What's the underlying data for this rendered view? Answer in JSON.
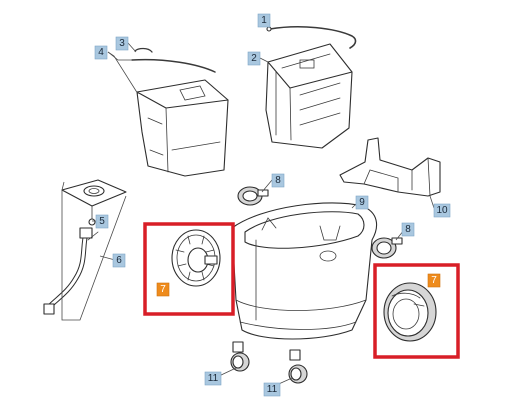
{
  "diagram": {
    "callouts": [
      {
        "id": "c1",
        "label": "1"
      },
      {
        "id": "c2",
        "label": "2"
      },
      {
        "id": "c3",
        "label": "3"
      },
      {
        "id": "c4",
        "label": "4"
      },
      {
        "id": "c5",
        "label": "5"
      },
      {
        "id": "c6",
        "label": "6"
      },
      {
        "id": "c7a",
        "label": "7"
      },
      {
        "id": "c7b",
        "label": "7"
      },
      {
        "id": "c8a",
        "label": "8"
      },
      {
        "id": "c8b",
        "label": "8"
      },
      {
        "id": "c9",
        "label": "9"
      },
      {
        "id": "c10",
        "label": "10"
      },
      {
        "id": "c11a",
        "label": "11"
      },
      {
        "id": "c11b",
        "label": "11"
      }
    ],
    "colors": {
      "badge_blue": "#a9c7df",
      "badge_orange": "#ee8b1c",
      "highlight_red": "#d81e27"
    }
  }
}
